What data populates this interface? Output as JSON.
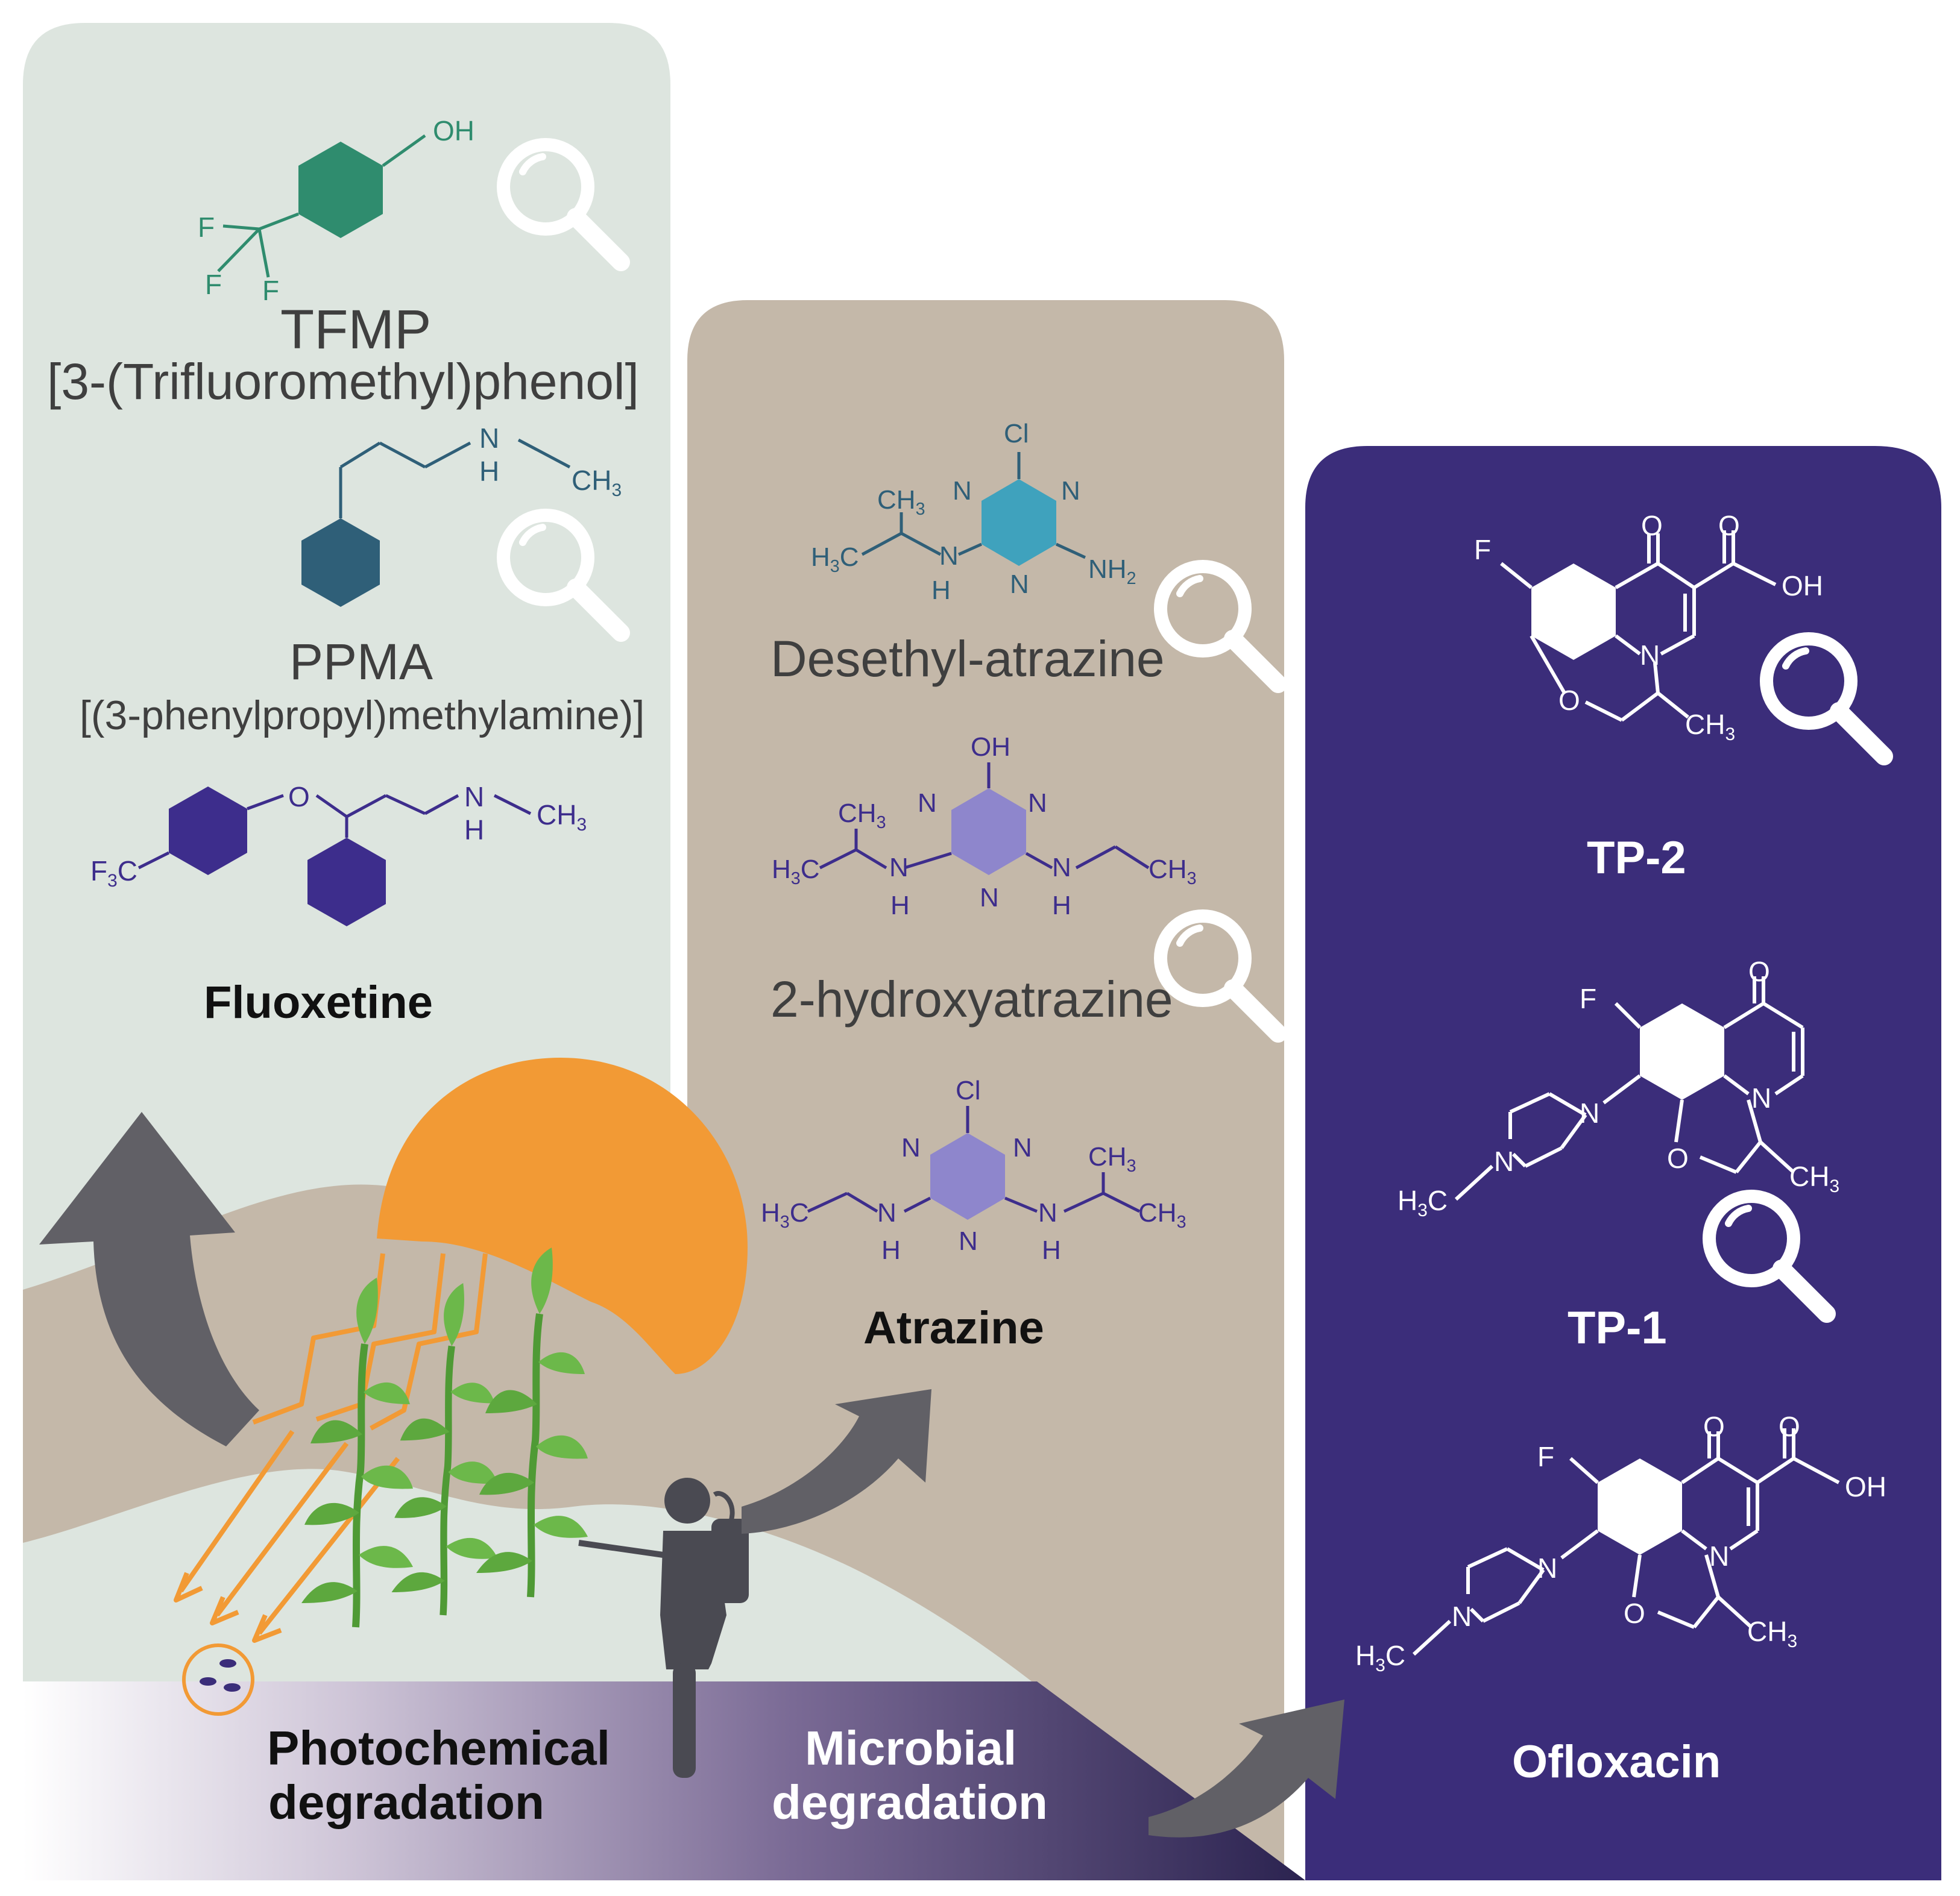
{
  "colors": {
    "panel_left": "#dde5df",
    "panel_mid": "#c4b8a9",
    "panel_right": "#3b2d7a",
    "sun": "#f29a35",
    "arrow": "#616066",
    "mol_green": "#2f8c6e",
    "mol_teal": "#2f5f78",
    "mol_blue_fill": "#3fa2bd",
    "mol_purple": "#3d2d8c",
    "mol_lavender": "#8e86cc",
    "plant": "#5da83e"
  },
  "left_panel": {
    "tfmp_name": "TFMP",
    "tfmp_full": "[3-(Trifluoromethyl)phenol]",
    "ppma_name": "PPMA",
    "ppma_full": "[(3-phenylpropyl)methylamine)]",
    "parent": "Fluoxetine",
    "tfmp_atoms": {
      "oh": "OH",
      "f1": "F",
      "f2": "F",
      "f3": "F"
    },
    "ppma_atoms": {
      "n": "N",
      "h": "H",
      "ch3": "CH3"
    },
    "fluox_atoms": {
      "o": "O",
      "n": "N",
      "h": "H",
      "ch3": "CH3",
      "f3c": "F3C"
    }
  },
  "mid_panel": {
    "desethyl": "Desethyl-atrazine",
    "hydroxy": "2-hydroxyatrazine",
    "parent": "Atrazine",
    "desethyl_atoms": {
      "cl": "Cl",
      "n1": "N",
      "n2": "N",
      "n3": "N",
      "nh": "N",
      "h": "H",
      "nh2": "NH2",
      "ch3": "CH3",
      "h3c": "H3C"
    },
    "hydroxy_atoms": {
      "oh": "OH",
      "n1": "N",
      "n2": "N",
      "n3": "N",
      "nl": "N",
      "hl": "H",
      "nr": "N",
      "hr": "H",
      "ch3a": "CH3",
      "ch3b": "CH3",
      "h3c": "H3C"
    },
    "atrazine_atoms": {
      "cl": "Cl",
      "n1": "N",
      "n2": "N",
      "n3": "N",
      "nl": "N",
      "hl": "H",
      "nr": "N",
      "hr": "H",
      "ch3a": "CH3",
      "ch3b": "CH3",
      "h3c": "H3C"
    }
  },
  "right_panel": {
    "tp2": "TP-2",
    "tp1": "TP-1",
    "parent": "Ofloxacin",
    "tp2_atoms": {
      "f": "F",
      "o1": "O",
      "o2": "O",
      "oh": "OH",
      "n": "N",
      "o3": "O",
      "ch3": "CH3"
    },
    "tp1_atoms": {
      "f": "F",
      "o1": "O",
      "n1": "N",
      "n2": "N",
      "n3": "N",
      "o2": "O",
      "ch3": "CH3",
      "h3c": "H3C"
    },
    "oflox_atoms": {
      "f": "F",
      "o1": "O",
      "o2": "O",
      "oh": "OH",
      "n1": "N",
      "n2": "N",
      "n3": "N",
      "o3": "O",
      "ch3": "CH3",
      "h3c": "H3C"
    }
  },
  "bottom": {
    "photo_line1": "Photochemical",
    "photo_line2": "degradation",
    "micro_line1": "Microbial",
    "micro_line2": "degradation"
  },
  "icons": [
    "magnifier-icon",
    "sun-icon",
    "plant-icon",
    "farmer-sprayer-icon",
    "curved-arrow-icon",
    "pill-icon"
  ]
}
